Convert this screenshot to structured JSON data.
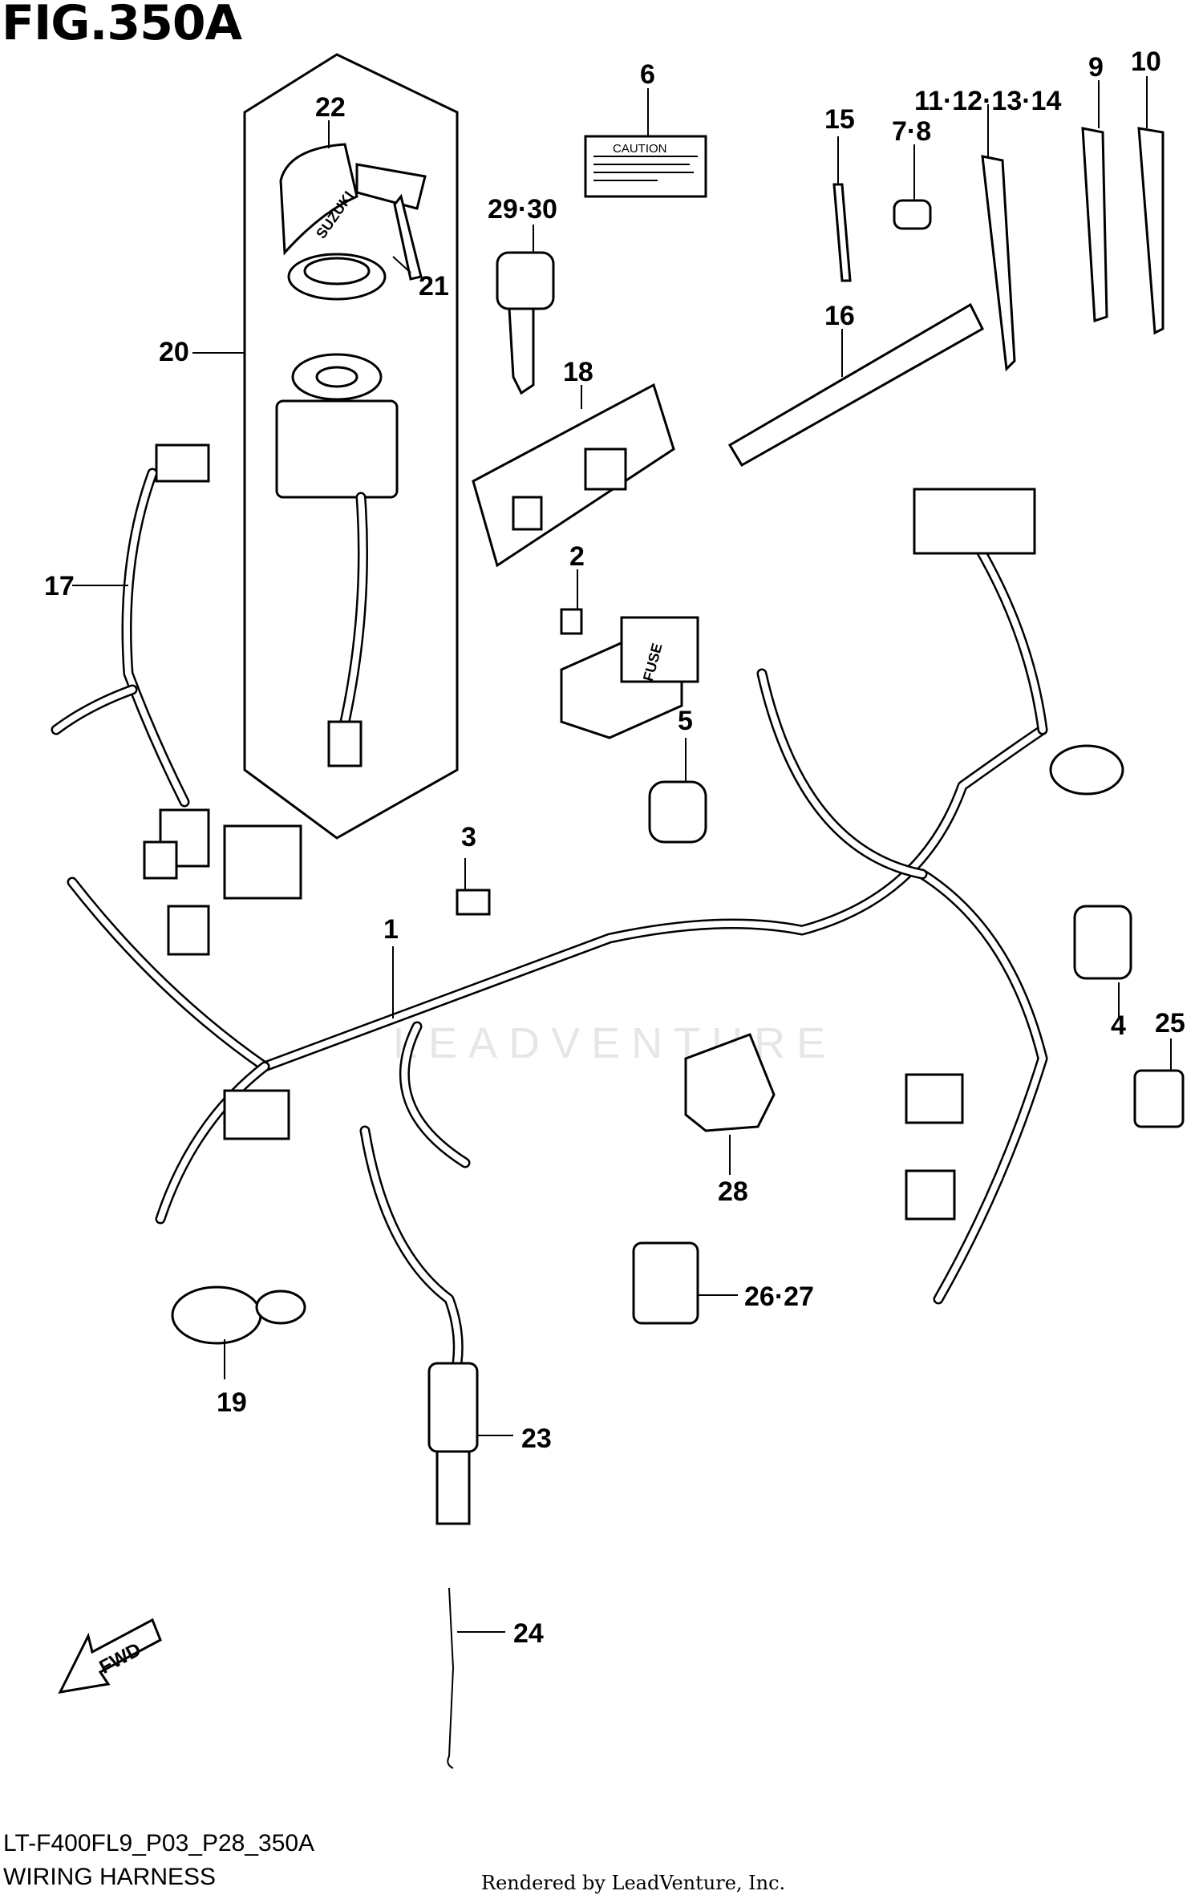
{
  "figure": {
    "title": "FIG.350A",
    "code": "LT-F400FL9_P03_P28_350A",
    "subtitle": "WIRING HARNESS",
    "credit": "Rendered by LeadVenture, Inc.",
    "watermark": "LEADVENTURE"
  },
  "part_labels": [
    {
      "id": "1",
      "text": "1"
    },
    {
      "id": "2",
      "text": "2"
    },
    {
      "id": "3",
      "text": "3"
    },
    {
      "id": "4",
      "text": "4"
    },
    {
      "id": "5",
      "text": "5"
    },
    {
      "id": "6",
      "text": "6"
    },
    {
      "id": "7-8",
      "text": "7·8"
    },
    {
      "id": "9",
      "text": "9"
    },
    {
      "id": "10",
      "text": "10"
    },
    {
      "id": "11-14",
      "text": "11·12·13·14"
    },
    {
      "id": "15",
      "text": "15"
    },
    {
      "id": "16",
      "text": "16"
    },
    {
      "id": "17",
      "text": "17"
    },
    {
      "id": "18",
      "text": "18"
    },
    {
      "id": "19",
      "text": "19"
    },
    {
      "id": "20",
      "text": "20"
    },
    {
      "id": "21",
      "text": "21"
    },
    {
      "id": "22",
      "text": "22"
    },
    {
      "id": "23",
      "text": "23"
    },
    {
      "id": "24",
      "text": "24"
    },
    {
      "id": "25",
      "text": "25"
    },
    {
      "id": "26-27",
      "text": "26·27"
    },
    {
      "id": "28",
      "text": "28"
    },
    {
      "id": "29-30",
      "text": "29·30"
    }
  ],
  "part_text": {
    "caution_label": "CAUTION",
    "fuse_label": "FUSE",
    "brand_on_key": "SUZUKI",
    "fwd_arrow": "FWD"
  }
}
